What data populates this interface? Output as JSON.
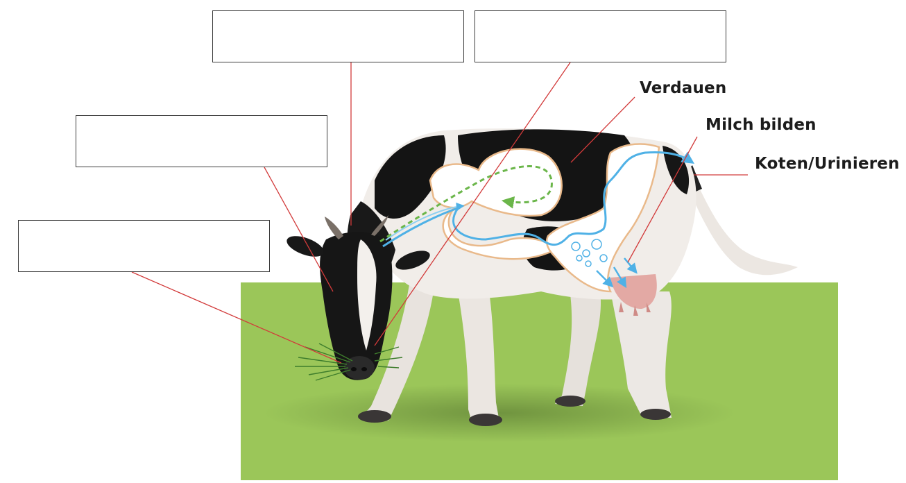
{
  "labels": {
    "verdauen": "Verdauen",
    "milch": "Milch bilden",
    "koten": "Koten/Urinieren"
  },
  "answer_boxes": [
    "",
    "",
    "",
    ""
  ],
  "colors": {
    "grass": "#9bc659",
    "leader_line": "#d23a3a",
    "stomach_fill": "#ffffff",
    "stomach_outline": "#e9b98a",
    "flow_blue": "#4fb1e6",
    "flow_green": "#6bb64a",
    "udder": "#e3a9a4"
  },
  "icons": [
    "cow-illustration",
    "grass-tuft"
  ]
}
